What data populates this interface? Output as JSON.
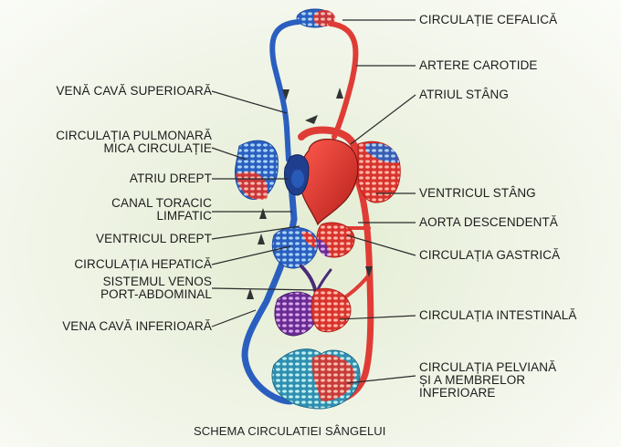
{
  "colors": {
    "arterial": "#e03c36",
    "venous": "#2a5fc0",
    "mixed": "#7b3aa0",
    "leader": "#2a2a2a",
    "background": "#eef3e4"
  },
  "labels_right": {
    "circulatie_cefalica": "CIRCULAȚIE CEFALICĂ",
    "artere_carotide": "ARTERE CAROTIDE",
    "atriul_stang": "ATRIUL STÂNG",
    "ventricul_stang": "VENTRICUL STÂNG",
    "aorta_descendenta": "AORTA DESCENDENTĂ",
    "circulatia_gastrica": "CIRCULAȚIA GASTRICĂ",
    "circulatia_intestinala": "CIRCULAȚIA INTESTINALĂ",
    "circulatia_pelviana": "CIRCULAȚIA PELVIANĂ\nȘI A MEMBRELOR\nINFERIOARE"
  },
  "labels_left": {
    "vena_cava_superioara": "VENĂ CAVĂ SUPERIOARĂ",
    "circulatia_pulmonara": "CIRCULAȚIA PULMONARĂ\nMICA CIRCULAȚIE",
    "atriu_drept": "ATRIU DREPT",
    "canal_toracic": "CANAL TORACIC\nLIMFATIC",
    "ventricul_drept": "VENTRICUL DREPT",
    "circulatia_hepatica": "CIRCULAȚIA HEPATICĂ",
    "sistemul_venos": "SISTEMUL VENOS\nPORT-ABDOMINAL",
    "vena_cava_inferioara": "VENA CAVĂ INFERIOARĂ"
  },
  "caption": "SCHEMA CIRCULATIEI SÂNGELUI"
}
